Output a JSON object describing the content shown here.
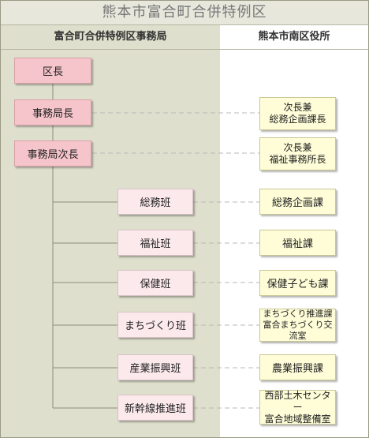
{
  "title": "熊本市富合町合併特例区",
  "columns": {
    "left": "富合町合併特例区事務局",
    "right": "熊本市南区役所"
  },
  "nodes": {
    "kucho": "区長",
    "jimukyokucho": "事務局長",
    "jimukyokujicho": "事務局次長",
    "somu": "総務班",
    "fukushi": "福祉班",
    "hoken": "保健班",
    "machizukuri": "まちづくり班",
    "sangyo": "産業振興班",
    "shinkansen": "新幹線推進班"
  },
  "right_nodes": {
    "r1": [
      "次長兼",
      "総務企画課長"
    ],
    "r2": [
      "次長兼",
      "福祉事務所長"
    ],
    "r3": "総務企画課",
    "r4": "福祉課",
    "r5": "保健子ども課",
    "r6": [
      "まちづくり推進課",
      "富合まちづくり交流室"
    ],
    "r7": "農業振興課",
    "r8": [
      "西部土木センター",
      "富合地域整備室"
    ]
  }
}
